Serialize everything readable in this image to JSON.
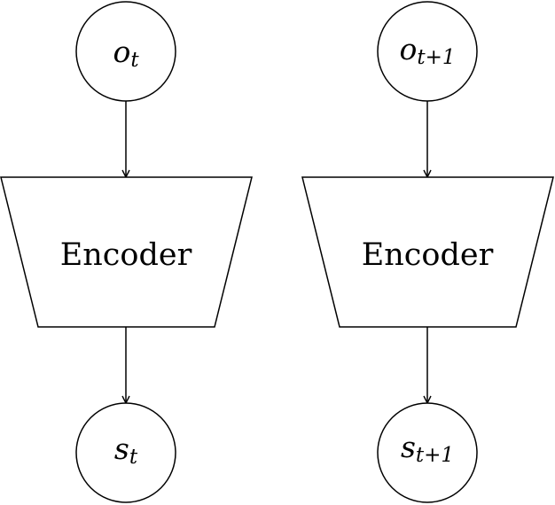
{
  "diagram": {
    "left_column": {
      "input_node": {
        "symbol": "o",
        "subscript": "t"
      },
      "encoder_label": "Encoder",
      "output_node": {
        "symbol": "s",
        "subscript": "t"
      }
    },
    "right_column": {
      "input_node": {
        "symbol": "o",
        "subscript": "t+1"
      },
      "encoder_label": "Encoder",
      "output_node": {
        "symbol": "s",
        "subscript": "t+1"
      }
    },
    "colors": {
      "stroke": "#000000",
      "background": "#ffffff"
    }
  }
}
